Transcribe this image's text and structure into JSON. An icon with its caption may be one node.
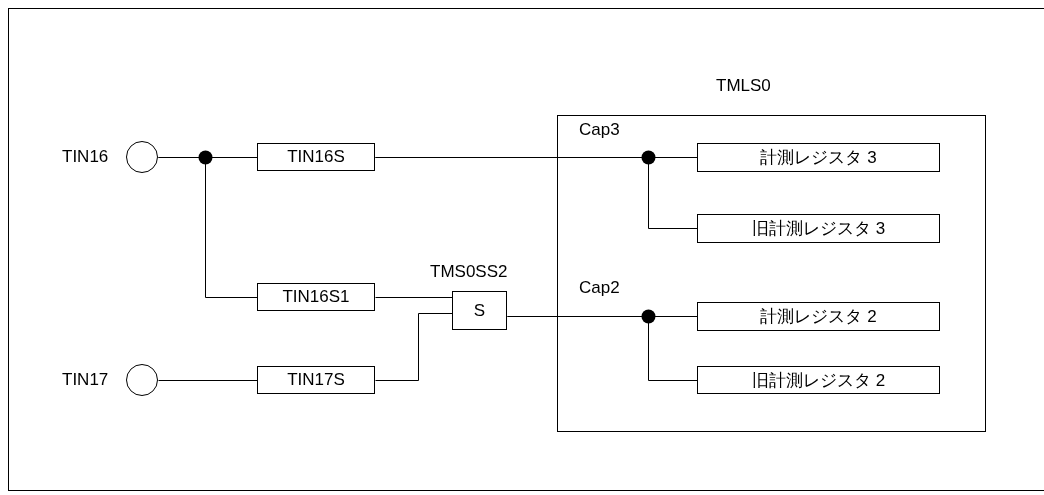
{
  "diagram": {
    "nodes": [
      {
        "text": [],
        "shape": "circle",
        "beside": [
          "TIN16"
        ]
      },
      {
        "text": [
          "TIN16S"
        ]
      },
      {
        "text": [
          "TIN16S1"
        ]
      },
      {
        "text": [
          "S"
        ],
        "beside": [
          "TMS0SS2"
        ]
      },
      {
        "text": [],
        "shape": "circle",
        "beside": [
          "TIN17"
        ]
      },
      {
        "text": [
          "TIN17S"
        ]
      },
      {
        "text": [
          "TMLS0"
        ]
      },
      {
        "text": [
          "計測レジスタ 3"
        ],
        "in": 6
      },
      {
        "text": [
          "旧計測レジスタ 3"
        ],
        "in": 6
      },
      {
        "text": [
          "計測レジスタ 2"
        ],
        "in": 6
      },
      {
        "text": [
          "旧計測レジスタ 2"
        ],
        "in": 6
      }
    ],
    "edges": [
      {
        "from": 0,
        "to": 1,
        "arrow": "none"
      },
      {
        "from": 0,
        "to": 2,
        "arrow": "none"
      },
      {
        "from": 2,
        "to": 3,
        "arrow": "none"
      },
      {
        "from": 5,
        "to": 3,
        "arrow": "none"
      },
      {
        "from": 4,
        "to": 5,
        "arrow": "none"
      },
      {
        "from": 1,
        "to": 7,
        "arrow": "none"
      },
      {
        "from": 1,
        "to": 8,
        "arrow": "none"
      },
      {
        "from": 3,
        "to": 9,
        "arrow": "none"
      },
      {
        "from": 3,
        "to": 10,
        "arrow": "none"
      }
    ],
    "labels": [
      "Cap3",
      "Cap2"
    ]
  }
}
